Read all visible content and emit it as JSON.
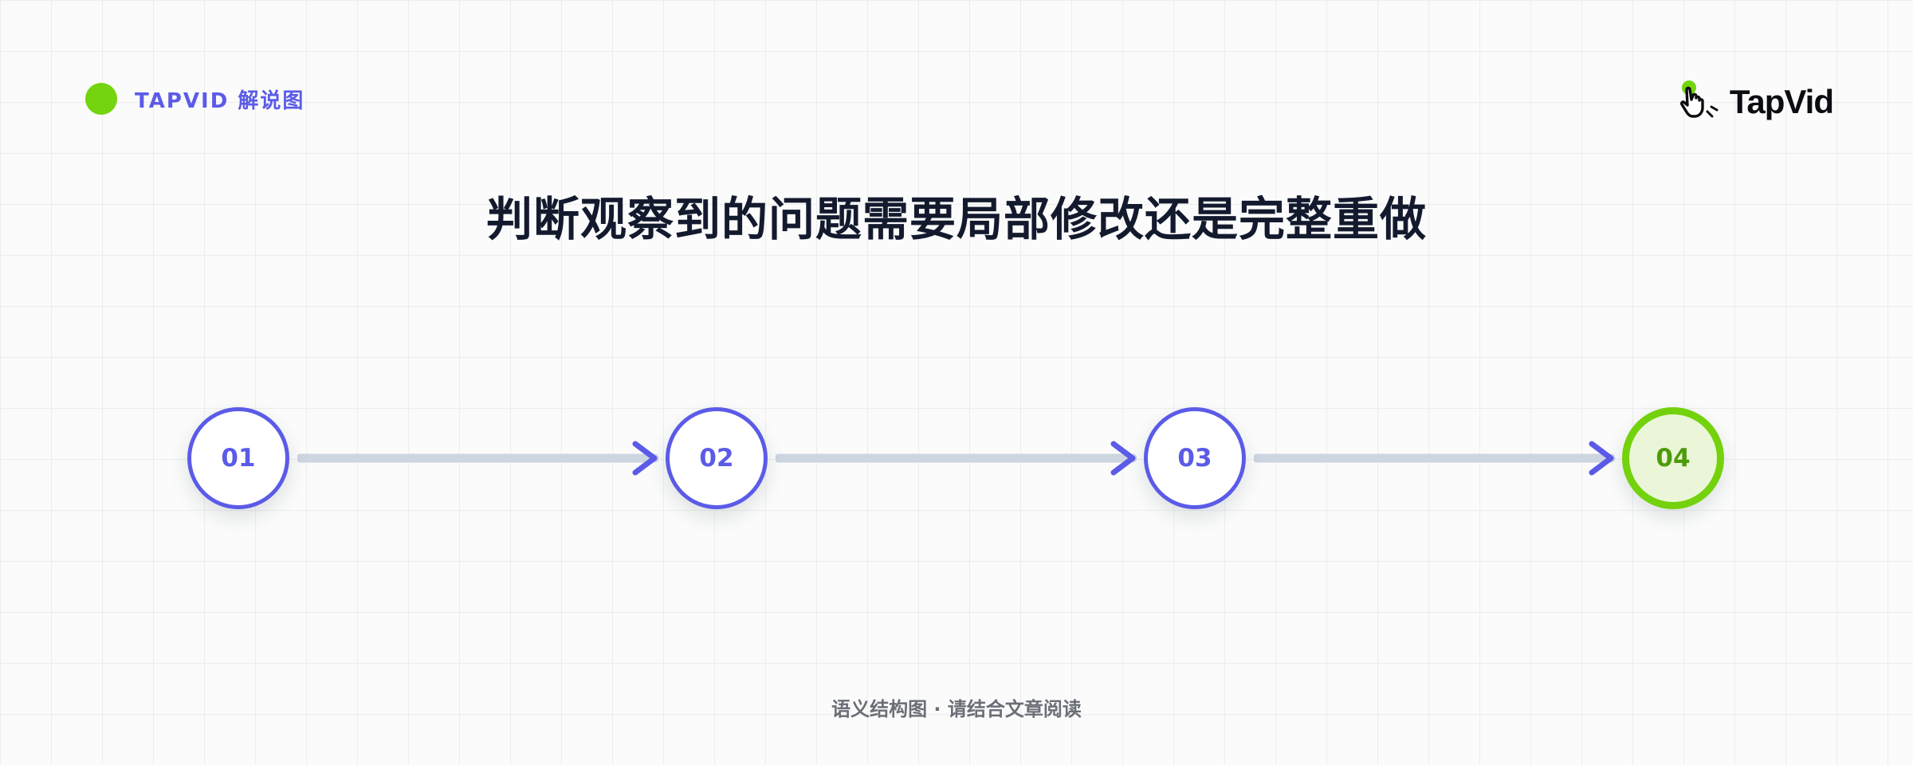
{
  "header": {
    "brand_label": "TAPVID 解说图",
    "brand_dot_color": "#74d40d",
    "brand_text_color": "#5b5be8"
  },
  "logo": {
    "text": "TapVid",
    "icon": "hand-pointer-icon",
    "dot_color": "#74d40d"
  },
  "title": "判断观察到的问题需要局部修改还是完整重做",
  "flow": {
    "steps": [
      {
        "label": "01",
        "state": "normal"
      },
      {
        "label": "02",
        "state": "normal"
      },
      {
        "label": "03",
        "state": "normal"
      },
      {
        "label": "04",
        "state": "final"
      }
    ],
    "connector_line_color": "#cdd5e0",
    "arrow_color": "#5b5be8",
    "step_color": "#5b5be8",
    "final_step_color": "#73d20c",
    "final_step_fill": "#ebf6d9"
  },
  "footer": "语义结构图 · 请结合文章阅读"
}
